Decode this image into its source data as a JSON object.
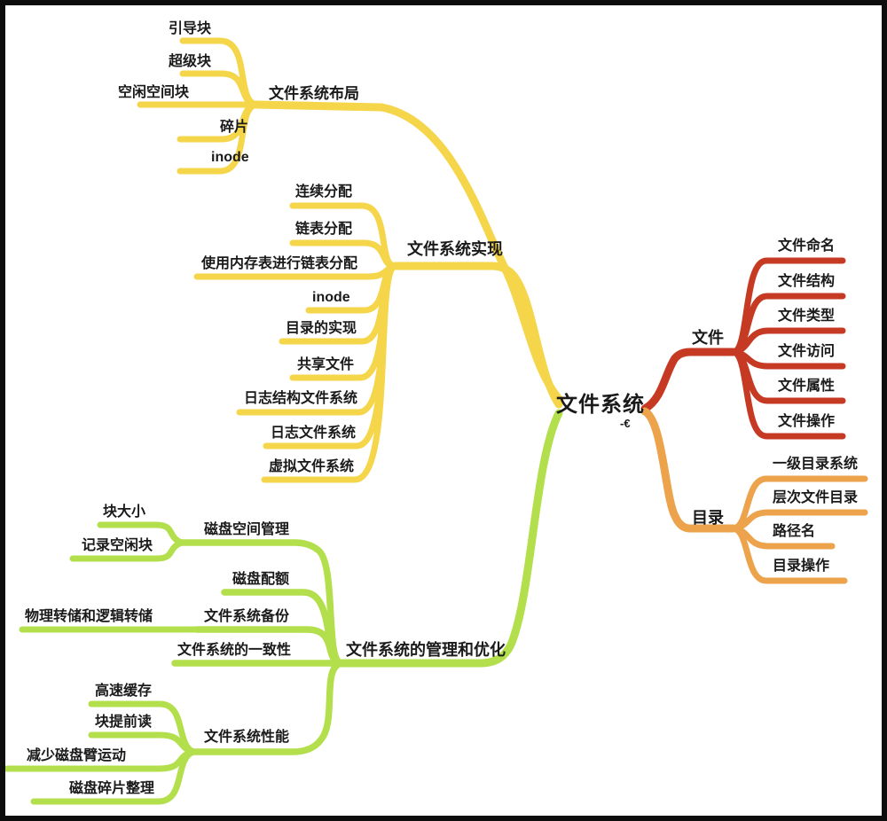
{
  "colors": {
    "yellow": "#F5D54A",
    "green": "#B2DF4B",
    "red": "#C63A23",
    "orange": "#EDA24C",
    "text": "#1A1A1A",
    "border": "#0D0D0D",
    "background": "#FFFFFF"
  },
  "root": {
    "label": "文件系统",
    "badge": "-€"
  },
  "branches": {
    "layout": {
      "label": "文件系统布局",
      "children": [
        "引导块",
        "超级块",
        "空闲空间块",
        "碎片",
        "inode"
      ]
    },
    "impl": {
      "label": "文件系统实现",
      "children": [
        "连续分配",
        "链表分配",
        "使用内存表进行链表分配",
        "inode",
        "目录的实现",
        "共享文件",
        "日志结构文件系统",
        "日志文件系统",
        "虚拟文件系统"
      ]
    },
    "mgmt": {
      "label": "文件系统的管理和优化",
      "children": [
        {
          "label": "磁盘空间管理",
          "children": [
            "块大小",
            "记录空闲块"
          ]
        },
        {
          "label": "磁盘配额",
          "children": []
        },
        {
          "label": "文件系统备份",
          "children": [
            "物理转储和逻辑转储"
          ]
        },
        {
          "label": "文件系统的一致性",
          "children": []
        },
        {
          "label": "文件系统性能",
          "children": [
            "高速缓存",
            "块提前读",
            "减少磁盘臂运动",
            "磁盘碎片整理"
          ]
        }
      ]
    },
    "file": {
      "label": "文件",
      "children": [
        "文件命名",
        "文件结构",
        "文件类型",
        "文件访问",
        "文件属性",
        "文件操作"
      ]
    },
    "dir": {
      "label": "目录",
      "children": [
        "一级目录系统",
        "层次文件目录",
        "路径名",
        "目录操作"
      ]
    }
  }
}
